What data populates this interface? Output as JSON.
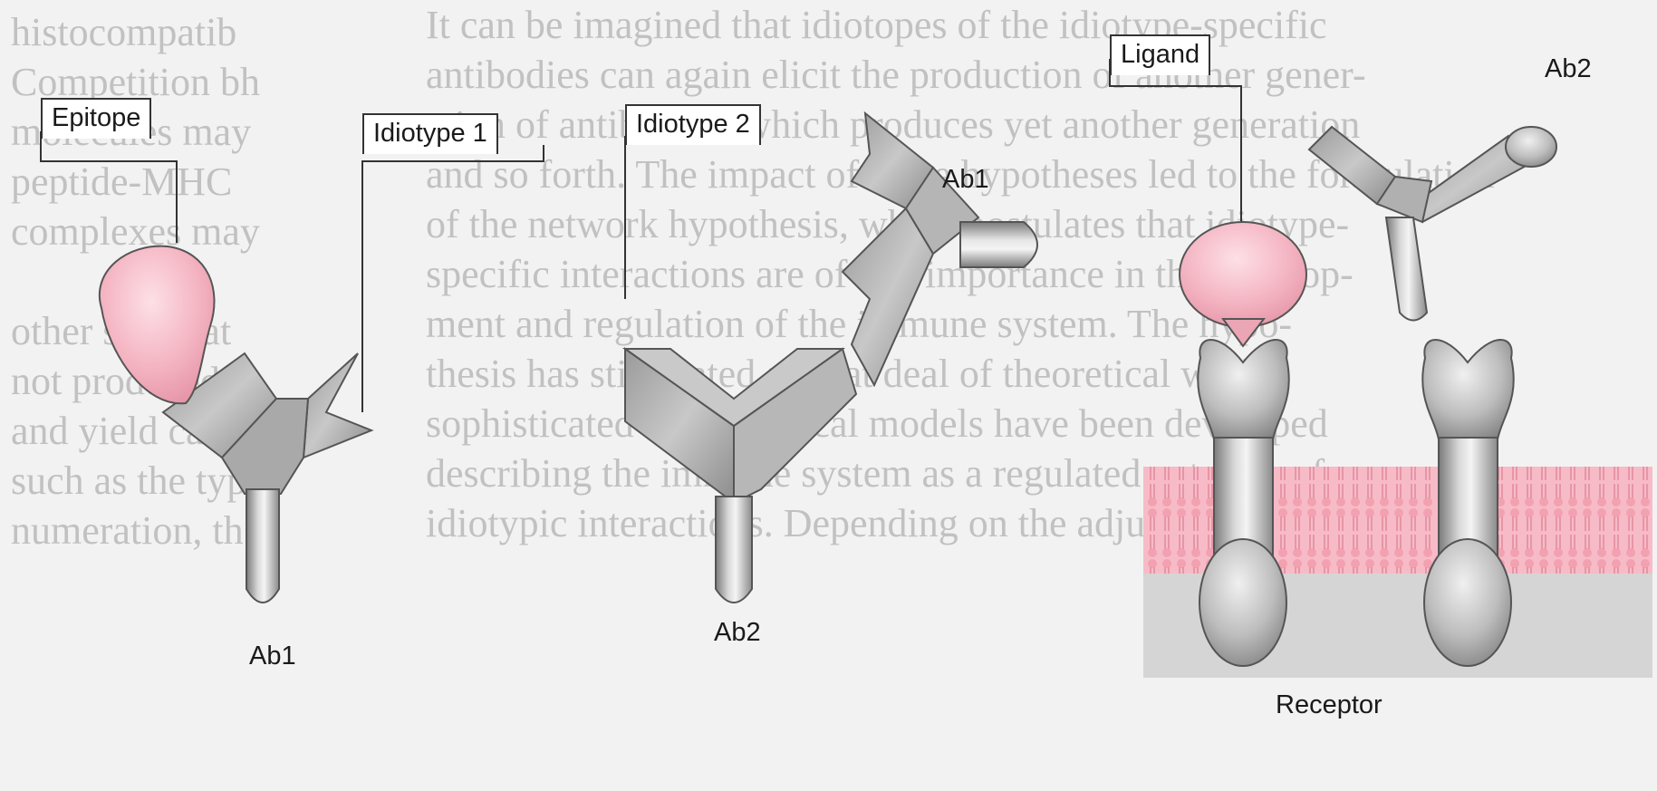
{
  "labels": {
    "epitope": "Epitope",
    "idiotype1": "Idiotype 1",
    "idiotype2": "Idiotype 2",
    "ab1_top": "Ab1",
    "ab1_bottom": "Ab1",
    "ab2_bottom": "Ab2",
    "ligand": "Ligand",
    "ab2_right": "Ab2",
    "receptor": "Receptor"
  },
  "background_text": {
    "left_column": [
      "histocompatib",
      "Competition bh",
      "molecules may",
      "peptide-MHC",
      "complexes may",
      "",
      "other stimulat",
      "not produced b",
      "and yield can b",
      "such as the typ",
      "numeration, th"
    ],
    "right_column": [
      "It can be imagined that idiotopes of the idiotype-specific",
      "antibodies can again elicit the production of another gener-",
      "ation of antibodies, which produces yet another generation",
      "and so forth. The impact of these hypotheses led to the formulation",
      "of the network hypothesis, which postulates that idiotype-",
      "specific interactions are of key importance in the develop-",
      "ment and regulation of the immune system. The hypo-",
      "thesis has stimulated a great deal of theoretical work,",
      "sophisticated mathematical models have been developed",
      "describing the immune system as a regulated network of",
      "idiotypic interactions. Depending on the adjustment of"
    ]
  },
  "colors": {
    "antibody_gray": "#a6a6a6",
    "antibody_dark": "#6e6e6e",
    "epitope_pink": "#f2b3c0",
    "membrane_pink": "#f4aab8",
    "background": "#f2f2f2"
  }
}
